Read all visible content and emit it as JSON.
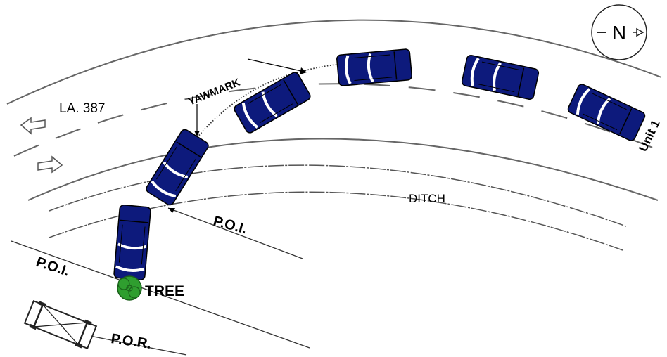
{
  "labels": {
    "road_name": "LA. 387",
    "yawmark": "YAWMARK",
    "ditch": "DITCH",
    "unit": "Unit 1",
    "poi_left": "P.O.I.",
    "poi_center": "P.O.I.",
    "tree": "TREE",
    "por": "P.O.R.",
    "north": "N"
  },
  "colors": {
    "vehicle_body": "#0d1a7c",
    "vehicle_window": "#ffffff",
    "tree": "#2f9e2f",
    "line": "#555555",
    "dark_line": "#222222"
  },
  "icons": {
    "north_arrow": "north-arrow-icon",
    "direction_arrows": "hollow-arrow-icon",
    "tree": "tree-icon",
    "vehicle": "car-icon"
  }
}
